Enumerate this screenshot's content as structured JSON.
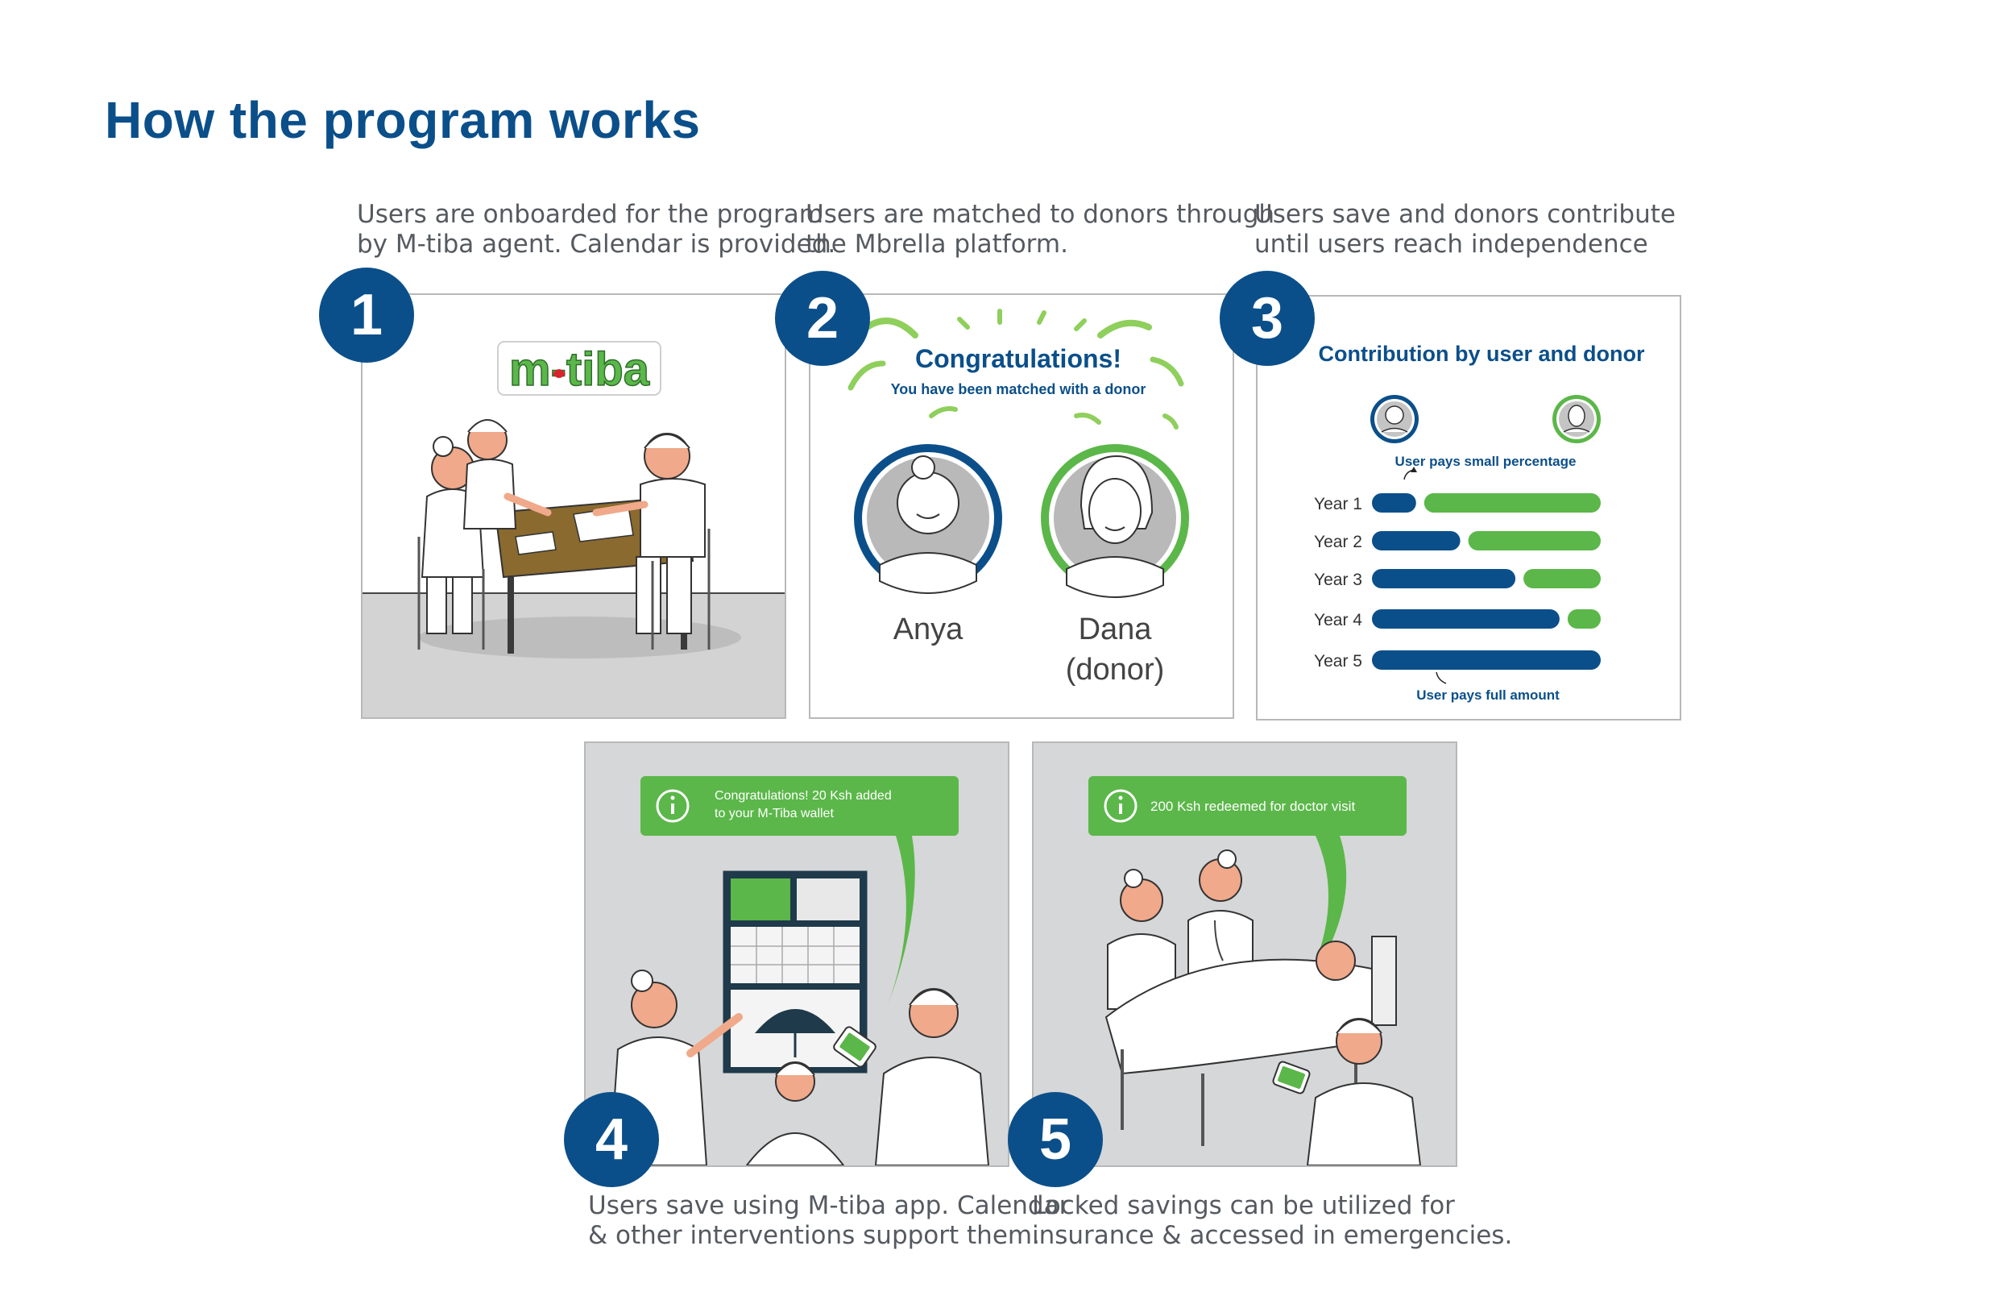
{
  "page": {
    "title": "How the program works"
  },
  "steps": [
    {
      "number": "1",
      "caption_lines": [
        "Users are onboarded for the program",
        "by M-tiba agent. Calendar is provided."
      ],
      "logo_text": "m-tiba"
    },
    {
      "number": "2",
      "caption_lines": [
        "Users are matched to donors through",
        "the Mbrella platform."
      ],
      "headline": "Congratulations!",
      "subline": "You have been matched with a donor",
      "user_name": "Anya",
      "donor_name_lines": [
        "Dana",
        "(donor)"
      ]
    },
    {
      "number": "3",
      "caption_lines": [
        "Users save and donors contribute",
        "until users reach independence"
      ],
      "chart_title": "Contribution by user and donor",
      "annotation_top": "User pays small percentage",
      "annotation_bottom": "User pays full amount"
    },
    {
      "number": "4",
      "caption_lines": [
        "Users save using M-tiba app. Calendar",
        "& other interventions support them."
      ],
      "notification_lines": [
        "Congratulations! 20 Ksh added",
        "to your M-Tiba wallet"
      ]
    },
    {
      "number": "5",
      "caption_lines": [
        "Locked savings can be utilized for",
        "insurance & accessed in emergencies."
      ],
      "notification_lines": [
        "200 Ksh redeemed for doctor visit"
      ]
    }
  ],
  "colors": {
    "brand_blue": "#0b4f8a",
    "green": "#5bb749",
    "panel_gray": "#d6d7d8",
    "table_brown": "#8a6a2e"
  },
  "chart_data": {
    "type": "bar",
    "stacked": true,
    "orientation": "horizontal",
    "title": "Contribution by user and donor",
    "categories": [
      "Year 1",
      "Year 2",
      "Year 3",
      "Year 4",
      "Year 5"
    ],
    "series": [
      {
        "name": "",
        "color": "#0b4f8a",
        "values": [
          0.2,
          0.4,
          0.65,
          0.85,
          1.0
        ]
      },
      {
        "name": "",
        "color": "#5bb749",
        "values": [
          0.8,
          0.6,
          0.35,
          0.15,
          0.0
        ]
      }
    ],
    "annotations": [
      "User pays small percentage",
      "User pays full amount"
    ]
  }
}
